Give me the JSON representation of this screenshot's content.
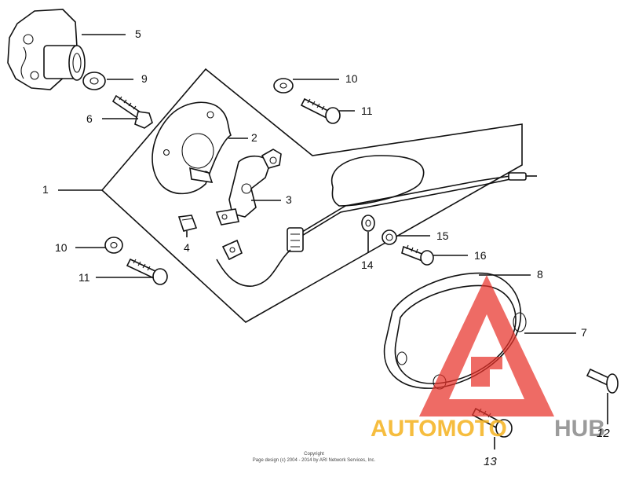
{
  "part_labels": [
    "1",
    "2",
    "3",
    "4",
    "5",
    "6",
    "7",
    "8",
    "9",
    "10",
    "10",
    "11",
    "11",
    "12",
    "13",
    "14",
    "15",
    "16"
  ],
  "copyright": {
    "line1": "Copyright",
    "line2": "Page design (c) 2004 - 2014 by ARI Network Services, Inc."
  },
  "watermark": {
    "text_a": "AUTOMOTO",
    "text_b": "HUB",
    "color_a": "#f5b21e",
    "color_b": "#8a8a8a",
    "triangle_color": "#e8322a"
  }
}
